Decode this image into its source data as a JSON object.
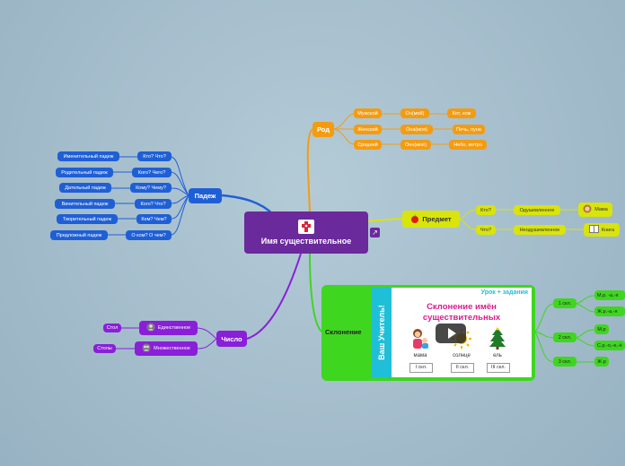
{
  "central": {
    "title": "Имя существительное"
  },
  "branches": {
    "padezh": {
      "label": "Падеж",
      "questions": [
        "Кто? Что?",
        "Кого? Чего?",
        "Кому? Чему?",
        "Кого? Что?",
        "Кем? Чем?",
        "О ком? О чем?"
      ],
      "names": [
        "Именительный падеж",
        "Родительный падеж",
        "Дательный падеж",
        "Винительный падеж",
        "Творительный падеж",
        "Предложный падеж"
      ]
    },
    "rod": {
      "label": "Род",
      "genders": [
        "Мужской",
        "Женский",
        "Средний"
      ],
      "pronouns": [
        "Он(мой)",
        "Она(моя)",
        "Оно(моё)"
      ],
      "examples": [
        "Кот, нож",
        "Печь, луна",
        "Небо, метро"
      ]
    },
    "predmet": {
      "label": "Предмет",
      "questions": [
        "Кто?",
        "Что?"
      ],
      "types": [
        "Одушевленное",
        "Неодушевленное"
      ],
      "examples": [
        "Мама",
        "Книга"
      ]
    },
    "sklonenie": {
      "label": "Склонение",
      "video": {
        "side_text": "Ваш Учитель!",
        "tag": "Урок + задания",
        "title_line1": "Склонение имён",
        "title_line2": "существительных",
        "words": [
          "мама",
          "солнце",
          "ель"
        ],
        "cases": [
          "I скл.",
          "II скл.",
          "III скл."
        ]
      },
      "groups": [
        "1 скл.",
        "2 скл.",
        "3 скл."
      ],
      "endings": [
        "М.р. -а,-я",
        "Ж.р.-а,-я",
        "М.р",
        "С.р.-о,-е,-ё",
        "Ж.р"
      ]
    },
    "chislo": {
      "label": "Число",
      "types": [
        "Единственное",
        "Множественное"
      ],
      "examples": [
        "Стол",
        "Столы"
      ]
    }
  },
  "colors": {
    "background": "#a8c1ce",
    "central": "#6a2a9b",
    "padezh": "#1f5fd6",
    "rod": "#f39c12",
    "predmet": "#d8e40c",
    "sklonenie": "#3fd61f",
    "chislo": "#8a1fd8"
  },
  "icons": {
    "central": "puzzle-logo-icon",
    "external": "external-link-icon",
    "predmet": "apple-icon",
    "mama": "person-avatar-icon",
    "kniga": "book-icon",
    "edinstvennoe": "single-person-icon",
    "mnozhestvennoe": "group-icon",
    "video": "play-icon"
  }
}
